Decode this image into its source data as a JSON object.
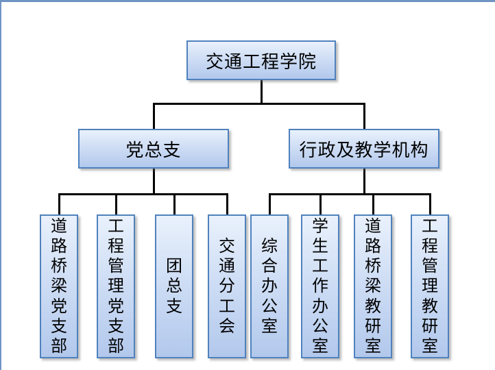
{
  "page": {
    "background": "#ffffff",
    "frame_color": "#6f94c4"
  },
  "org_chart": {
    "type": "org-tree",
    "root": {
      "label": "交通工程学院"
    },
    "branches": [
      {
        "label": "党总支",
        "children": [
          {
            "label": "道路桥梁党支部"
          },
          {
            "label": "工程管理党支部"
          },
          {
            "label": "团总支"
          },
          {
            "label": "交通分工会"
          }
        ]
      },
      {
        "label": "行政及教学机构",
        "children": [
          {
            "label": "综合办公室"
          },
          {
            "label": "学生工作办公室"
          },
          {
            "label": "道路桥梁教研室"
          },
          {
            "label": "工程管理教研室"
          }
        ]
      }
    ],
    "colors": {
      "node_border": "#4f81bd",
      "node_fill_top": "#e9f1fc",
      "node_fill_bottom": "#b2c8ec",
      "connector": "#000000",
      "text": "#000000"
    }
  }
}
